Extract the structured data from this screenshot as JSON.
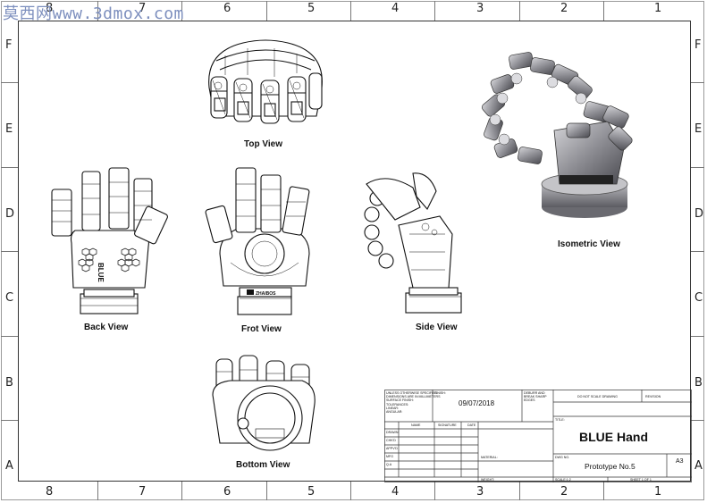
{
  "watermark": "莫西网www.3dmox.com",
  "zones": {
    "top": [
      "8",
      "7",
      "6",
      "5",
      "4",
      "3",
      "2",
      "1"
    ],
    "bottom": [
      "8",
      "7",
      "6",
      "5",
      "4",
      "3",
      "2",
      "1"
    ],
    "left": [
      "F",
      "E",
      "D",
      "C",
      "B",
      "A"
    ],
    "right": [
      "F",
      "E",
      "D",
      "C",
      "B",
      "A"
    ]
  },
  "views": {
    "top": "Top View",
    "back": "Back View",
    "front": "Frot View",
    "side": "Side View",
    "bottom": "Bottom View",
    "isometric": "Isometric View"
  },
  "title_block": {
    "notes": [
      "UNLESS OTHERWISE SPECIFIED:",
      "DIMENSIONS ARE IN MILLIMETERS",
      "SURFACE FINISH:",
      "TOLERANCES:",
      "LINEAR:",
      "ANGULAR:"
    ],
    "finish_label": "FINISH:",
    "date": "09/07/2018",
    "deburr_note": [
      "DEBURR AND",
      "BREAK SHARP",
      "EDGES"
    ],
    "do_not_scale": "DO NOT SCALE DRAWING",
    "revision_label": "REVISION",
    "col_name": "NAME",
    "col_signature": "SIGNATURE",
    "col_date": "DATE",
    "rows": [
      "DRAWN",
      "CHK'D",
      "APPV'D",
      "MFG",
      "Q.A"
    ],
    "title_label": "TITLE:",
    "title": "BLUE Hand",
    "material_label": "MATERIAL:",
    "dwg_label": "DWG NO.",
    "dwg_no": "Prototype No.5",
    "size": "A3",
    "weight_label": "WEIGHT:",
    "scale_label": "SCALE:1:2",
    "sheet_label": "SHEET 1 OF 1"
  },
  "part_labels": {
    "palm_back": "BLUE",
    "base_brand": "ZHAIBOS"
  }
}
